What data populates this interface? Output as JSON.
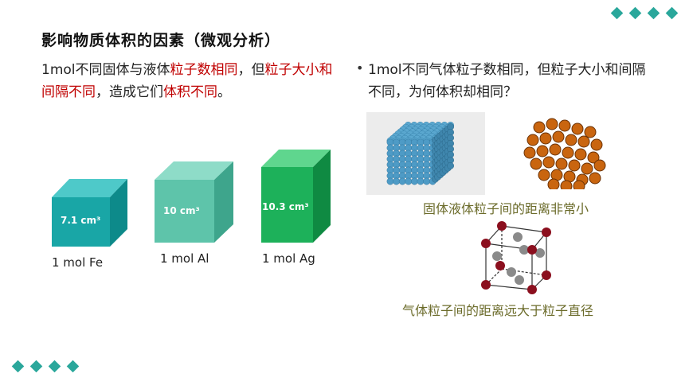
{
  "title": "影响物质体积的因素（微观分析）",
  "left_para": {
    "p1": "1mol不同固体与液体",
    "r1": "粒子数相同",
    "p2": "，但",
    "r2": "粒子大小和间隔不同",
    "p3": "，造成它们",
    "r3": "体积不同",
    "p4": "。"
  },
  "bullet": "1mol不同气体粒子数相同，但粒子大小和间隔不同，为何体积却相同？",
  "cubes": [
    {
      "volume": "7.1 cm³",
      "label": "1 mol Fe",
      "color": "#19a6a6"
    },
    {
      "volume": "10 cm³",
      "label": "1 mol Al",
      "color": "#5ec4aa"
    },
    {
      "volume": "10.3 cm³",
      "label": "1 mol Ag",
      "color": "#1db15a"
    }
  ],
  "captions": {
    "solid_liquid": "固体液体粒子间的距离非常小",
    "gas": "气体粒子间的距离远大于粒子直径"
  },
  "colors": {
    "accent": "#2aa79b",
    "red_text": "#c00000",
    "caption": "#6b6b2a"
  }
}
